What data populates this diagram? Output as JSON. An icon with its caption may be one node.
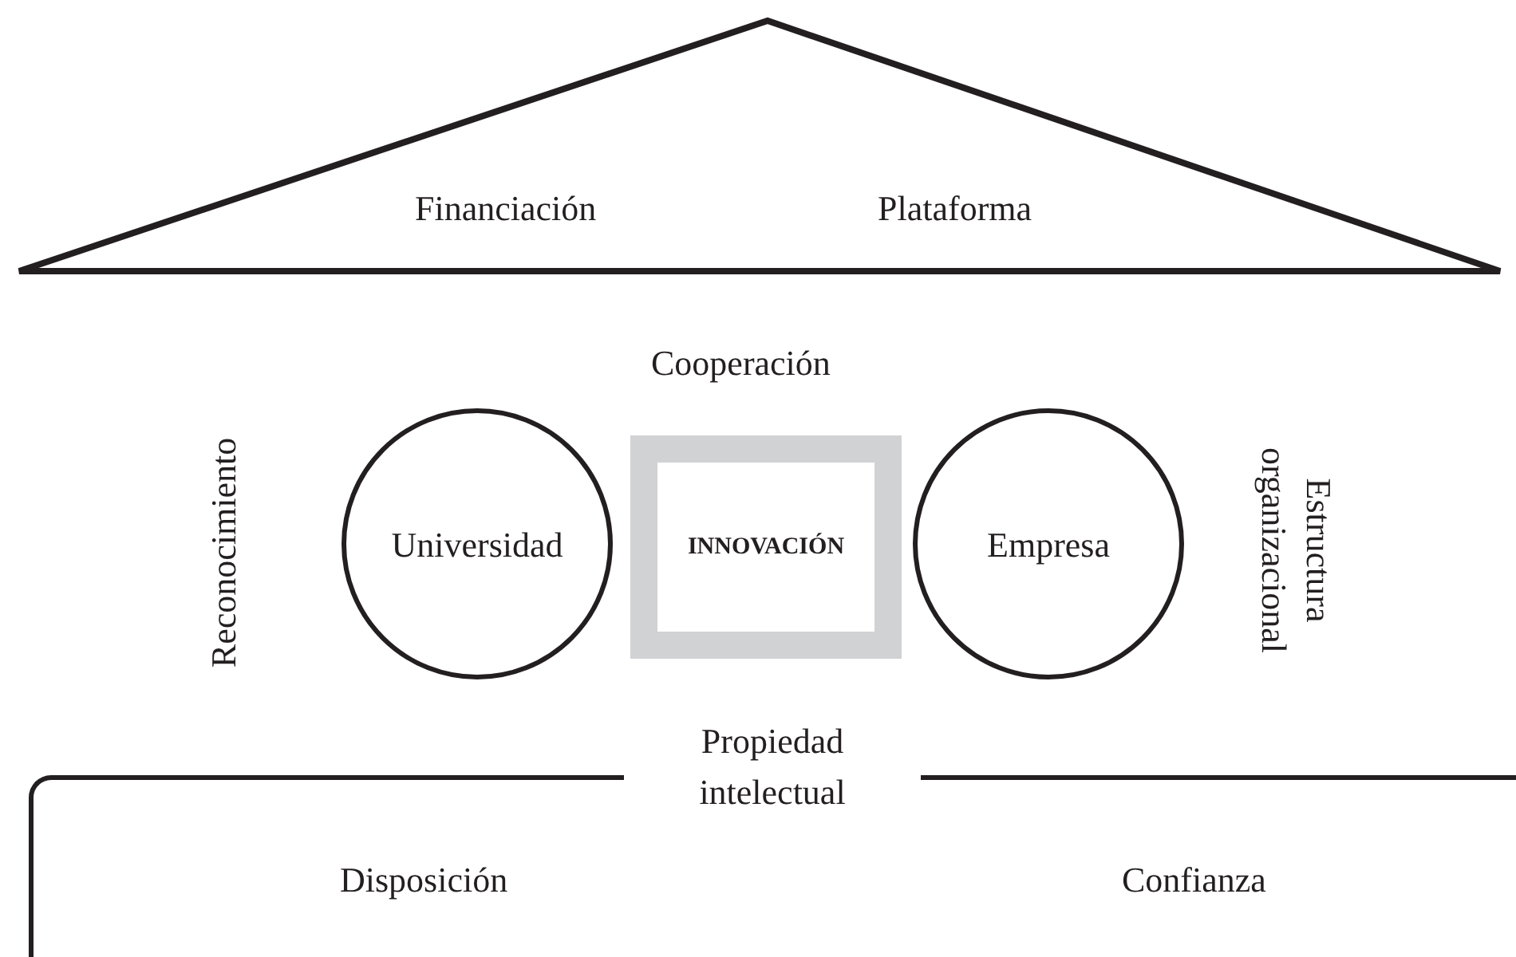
{
  "diagram": {
    "nodes": [
      {
        "text": [
          "Financiación",
          "Plataforma"
        ]
      },
      {
        "text": [
          "Universidad"
        ]
      },
      {
        "text": [
          "INNOVACIÓN"
        ]
      },
      {
        "text": [
          "Empresa"
        ]
      },
      {
        "text": [
          "Propiedad intelectual",
          "Disposición",
          "Confianza"
        ]
      }
    ],
    "labels": [
      "Cooperación",
      "Reconocimiento",
      "Estructura organizacional"
    ]
  }
}
